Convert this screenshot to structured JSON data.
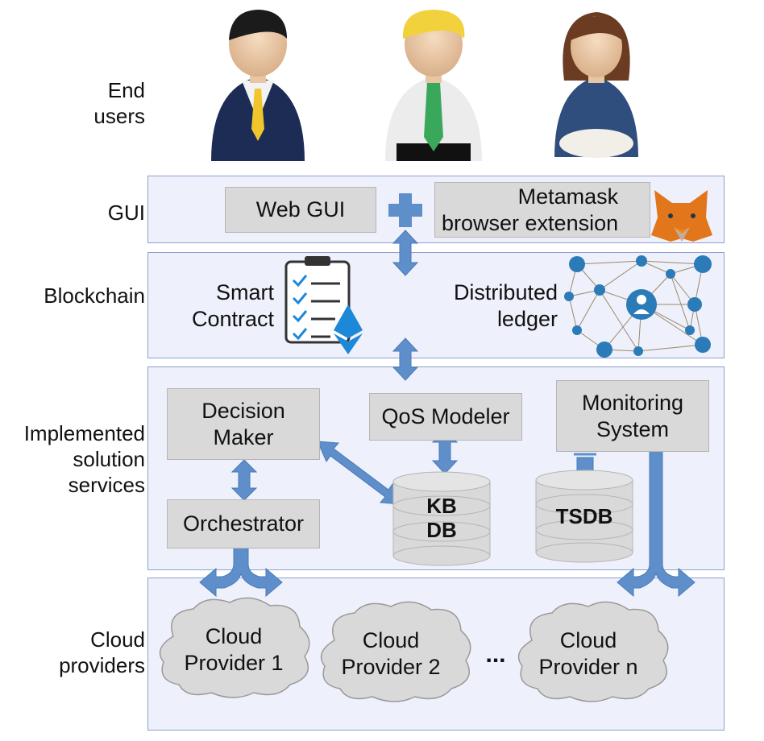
{
  "labels": {
    "end_users": "End\nusers",
    "gui": "GUI",
    "blockchain": "Blockchain",
    "services": "Implemented\nsolution\nservices",
    "cloud": "Cloud\nproviders"
  },
  "gui": {
    "web_gui": "Web GUI",
    "metamask": "Metamask\nbrowser extension"
  },
  "blockchain": {
    "smart_contract": "Smart\nContract",
    "ledger": "Distributed\nledger"
  },
  "services": {
    "decision_maker": "Decision\nMaker",
    "qos_modeler": "QoS Modeler",
    "monitoring": "Monitoring\nSystem",
    "orchestrator": "Orchestrator",
    "kb_db": "KB\nDB",
    "tsdb": "TSDB"
  },
  "clouds": {
    "c1": "Cloud\nProvider 1",
    "c2": "Cloud\nProvider 2",
    "ellipsis": "...",
    "cn": "Cloud\nProvider n"
  },
  "colors": {
    "layer_bg": "#eef0fb",
    "layer_border": "#8da2cc",
    "box_bg": "#d9d9d9",
    "arrow": "#5f8fcb",
    "ethereum": "#1e88d8",
    "fox": "#e2761b",
    "ledger_node": "#2b7bb9"
  },
  "icons": [
    "user-businessman-icon",
    "user-blond-man-icon",
    "user-woman-icon",
    "metamask-fox-icon",
    "smart-contract-icon",
    "ethereum-icon",
    "network-ledger-icon"
  ]
}
